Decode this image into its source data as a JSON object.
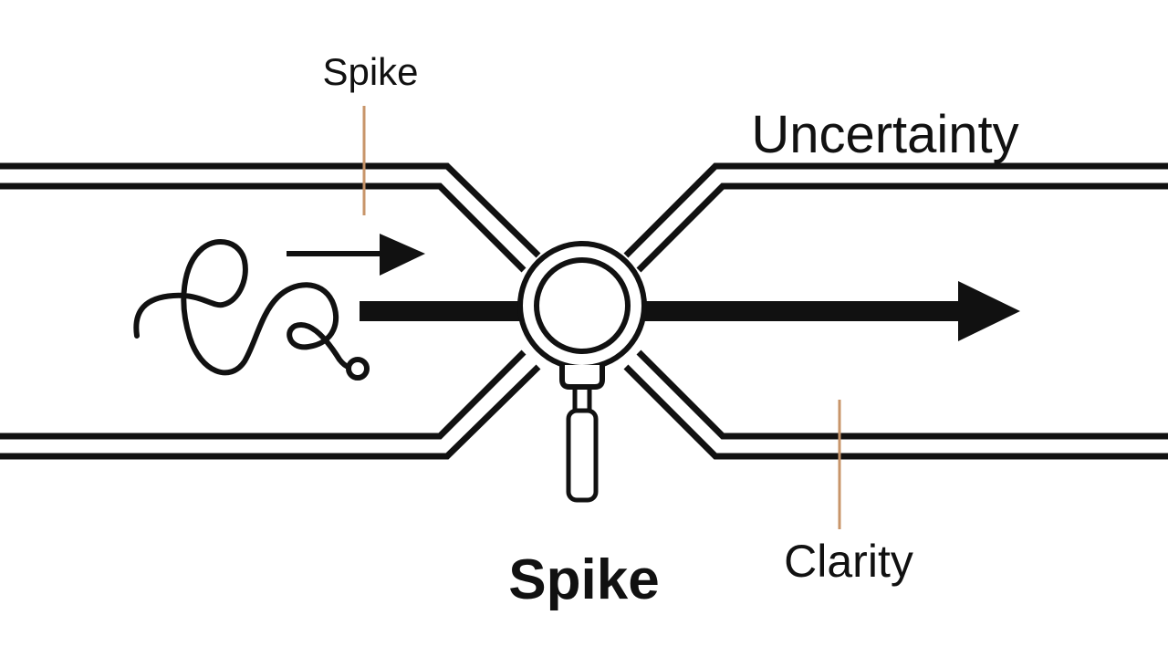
{
  "labels": {
    "spike_top": "Spike",
    "uncertainty": "Uncertainty",
    "clarity": "Clarity",
    "spike_bottom": "Spike"
  },
  "colors": {
    "ink": "#111111",
    "leader": "#c8956a",
    "background": "#ffffff"
  },
  "icons": {
    "tangle": "tangled-line-icon",
    "magnifier": "magnifying-glass-icon"
  }
}
